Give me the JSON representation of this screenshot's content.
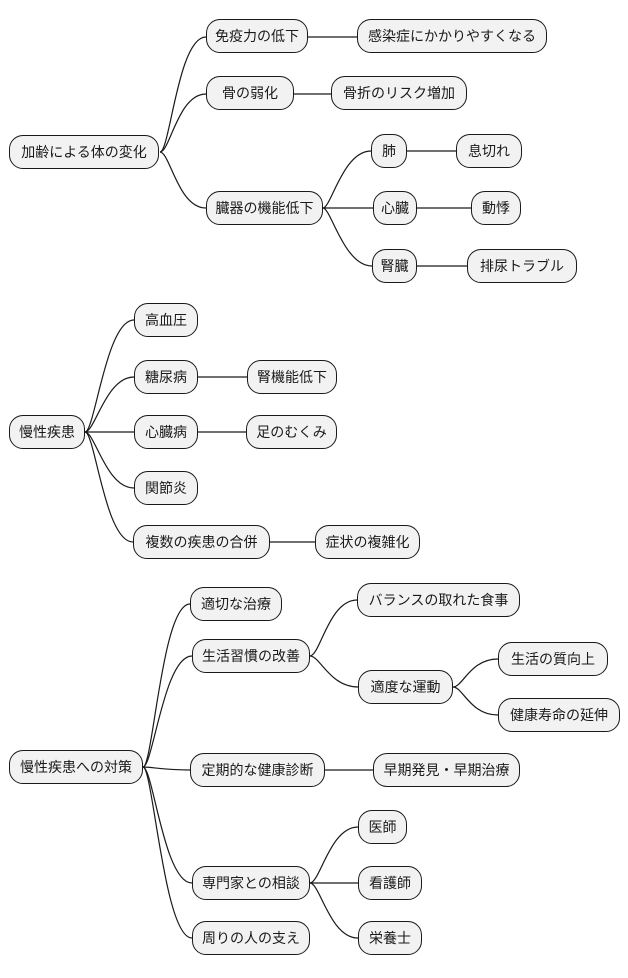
{
  "diagram": {
    "type": "mindmap",
    "colors": {
      "background": "#ffffff",
      "node_fill": "#f2f2f2",
      "node_border": "#1a1a1a",
      "connector": "#1a1a1a",
      "text": "#1a1a1a"
    },
    "trees": [
      {
        "label": "加齢による体の変化",
        "children": [
          {
            "label": "免疫力の低下",
            "children": [
              {
                "label": "感染症にかかりやすくなる"
              }
            ]
          },
          {
            "label": "骨の弱化",
            "children": [
              {
                "label": "骨折のリスク増加"
              }
            ]
          },
          {
            "label": "臓器の機能低下",
            "children": [
              {
                "label": "肺",
                "children": [
                  {
                    "label": "息切れ"
                  }
                ]
              },
              {
                "label": "心臓",
                "children": [
                  {
                    "label": "動悸"
                  }
                ]
              },
              {
                "label": "腎臓",
                "children": [
                  {
                    "label": "排尿トラブル"
                  }
                ]
              }
            ]
          }
        ]
      },
      {
        "label": "慢性疾患",
        "children": [
          {
            "label": "高血圧"
          },
          {
            "label": "糖尿病",
            "children": [
              {
                "label": "腎機能低下"
              }
            ]
          },
          {
            "label": "心臓病",
            "children": [
              {
                "label": "足のむくみ"
              }
            ]
          },
          {
            "label": "関節炎"
          },
          {
            "label": "複数の疾患の合併",
            "children": [
              {
                "label": "症状の複雑化"
              }
            ]
          }
        ]
      },
      {
        "label": "慢性疾患への対策",
        "children": [
          {
            "label": "適切な治療"
          },
          {
            "label": "生活習慣の改善",
            "children": [
              {
                "label": "バランスの取れた食事"
              },
              {
                "label": "適度な運動",
                "children": [
                  {
                    "label": "生活の質向上"
                  },
                  {
                    "label": "健康寿命の延伸"
                  }
                ]
              }
            ]
          },
          {
            "label": "定期的な健康診断",
            "children": [
              {
                "label": "早期発見・早期治療"
              }
            ]
          },
          {
            "label": "専門家との相談",
            "children": [
              {
                "label": "医師"
              },
              {
                "label": "看護師"
              },
              {
                "label": "栄養士"
              }
            ]
          },
          {
            "label": "周りの人の支え"
          }
        ]
      }
    ]
  }
}
